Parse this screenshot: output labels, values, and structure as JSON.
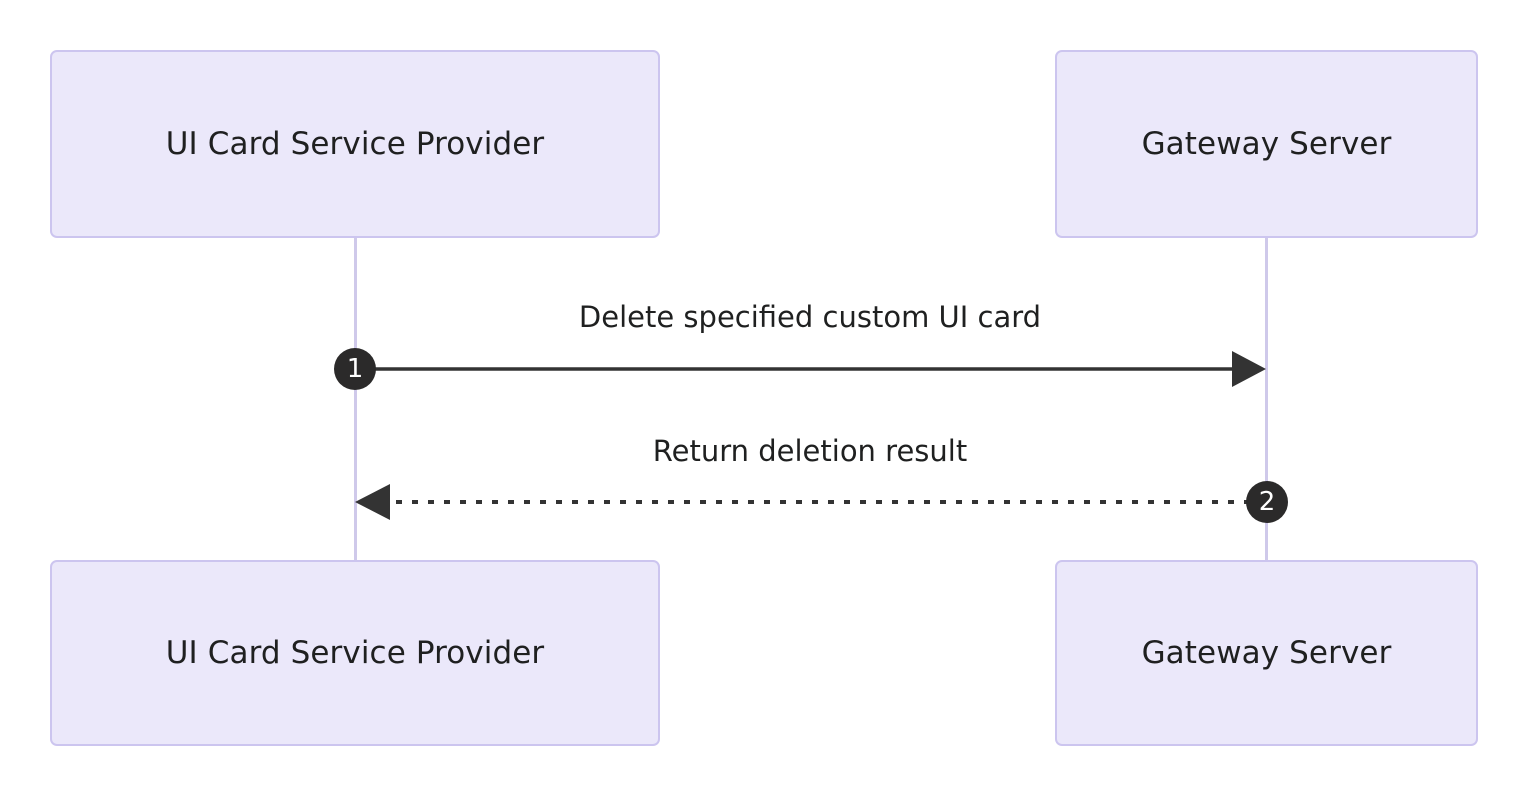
{
  "diagram": {
    "type": "sequence-diagram",
    "background_color": "#ffffff",
    "participants": [
      {
        "id": "ui-card-service-provider",
        "label": "UI Card Service Provider"
      },
      {
        "id": "gateway-server",
        "label": "Gateway Server"
      }
    ],
    "messages": [
      {
        "number": "1",
        "label": "Delete specified custom UI card",
        "from": "ui-card-service-provider",
        "to": "gateway-server",
        "direction": "right",
        "line_style": "solid",
        "arrow_head": "filled-triangle"
      },
      {
        "number": "2",
        "label": "Return deletion result",
        "from": "gateway-server",
        "to": "ui-card-service-provider",
        "direction": "left",
        "line_style": "dotted",
        "arrow_head": "filled-triangle"
      }
    ],
    "colors": {
      "box_fill": "#ebe8fa",
      "box_border": "#ccc5ef",
      "lifeline": "#cfc9ea",
      "arrow": "#333333",
      "text": "#1f2020",
      "badge_fill": "#2b2a2a",
      "badge_text": "#ffffff"
    }
  }
}
